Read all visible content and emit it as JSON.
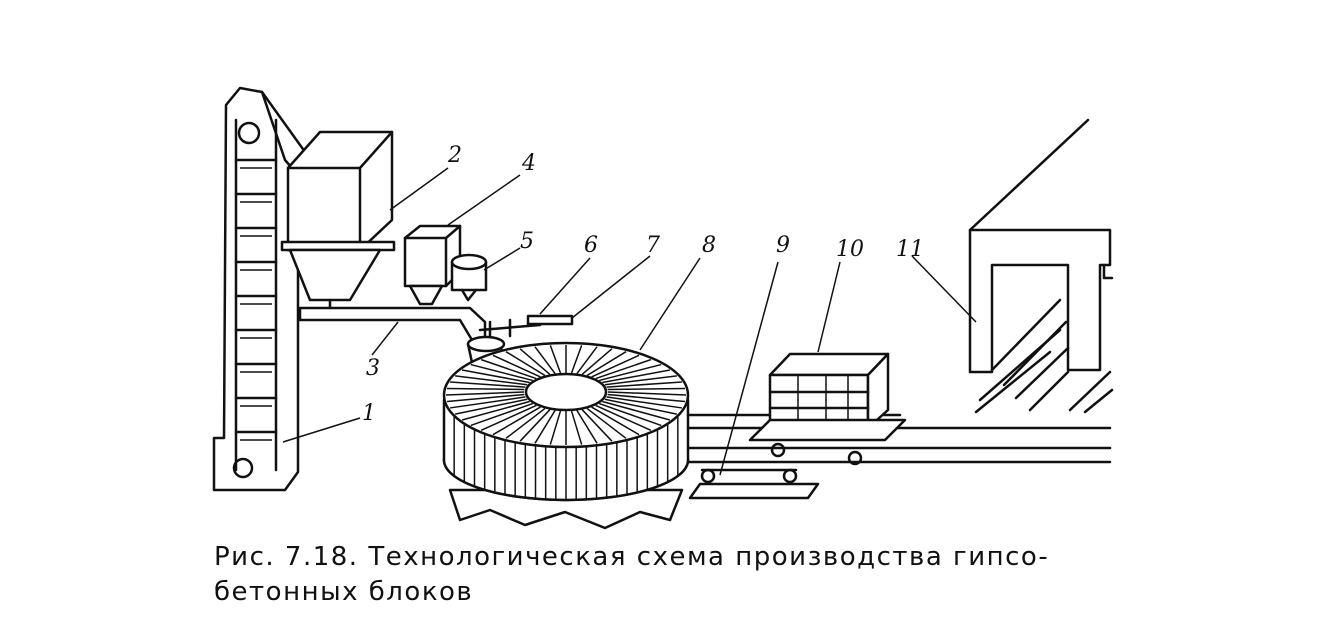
{
  "figure": {
    "labels": [
      "1",
      "2",
      "3",
      "4",
      "5",
      "6",
      "7",
      "8",
      "9",
      "10",
      "11"
    ],
    "caption_line1": "Рис. 7.18. Технологическая схема производства гипсо-",
    "caption_line2": "бетонных блоков"
  }
}
